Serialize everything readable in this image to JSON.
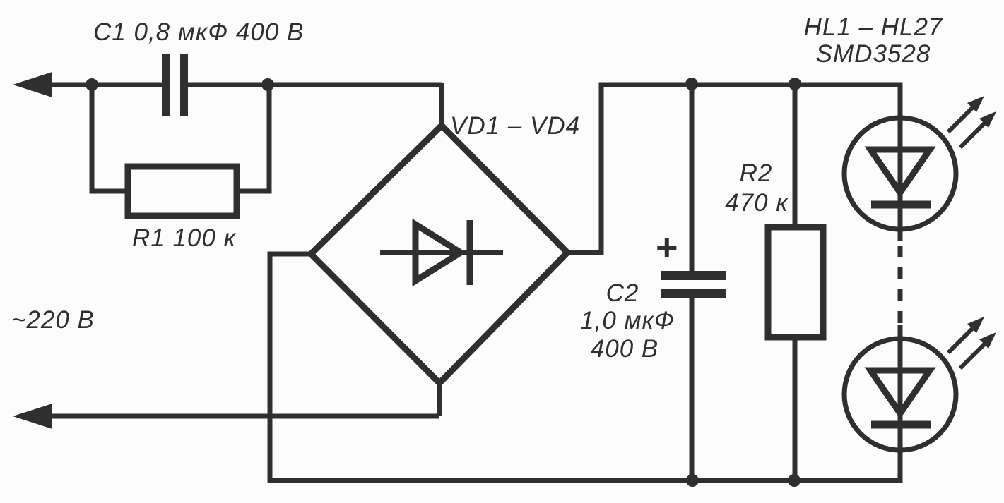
{
  "colors": {
    "ink": "#2f2f2f",
    "background": "#fcfcfc"
  },
  "labels": {
    "c1": "C1 0,8 мкФ 400 В",
    "r1": "R1 100 к",
    "input_voltage": "~220 В",
    "bridge": "VD1 – VD4",
    "c2_name": "C2",
    "c2_value": "1,0 мкФ",
    "c2_voltage": "400 В",
    "c2_polarity": "+",
    "r2_name": "R2",
    "r2_value": "470 к",
    "led_range": "HL1 – HL27",
    "led_type": "SMD3528"
  },
  "components": [
    {
      "designator": "C1",
      "value": "0,8 мкФ",
      "voltage": "400 В",
      "symbol": "capacitor"
    },
    {
      "designator": "R1",
      "value": "100 к",
      "symbol": "resistor"
    },
    {
      "designator": "VD1 – VD4",
      "symbol": "bridge-rectifier"
    },
    {
      "designator": "C2",
      "value": "1,0 мкФ",
      "voltage": "400 В",
      "symbol": "polarized-capacitor"
    },
    {
      "designator": "R2",
      "value": "470 к",
      "symbol": "resistor"
    },
    {
      "designator": "HL1 – HL27",
      "value": "SMD3528",
      "symbol": "led-string"
    }
  ],
  "input": {
    "voltage": "~220 В",
    "type": "AC"
  }
}
